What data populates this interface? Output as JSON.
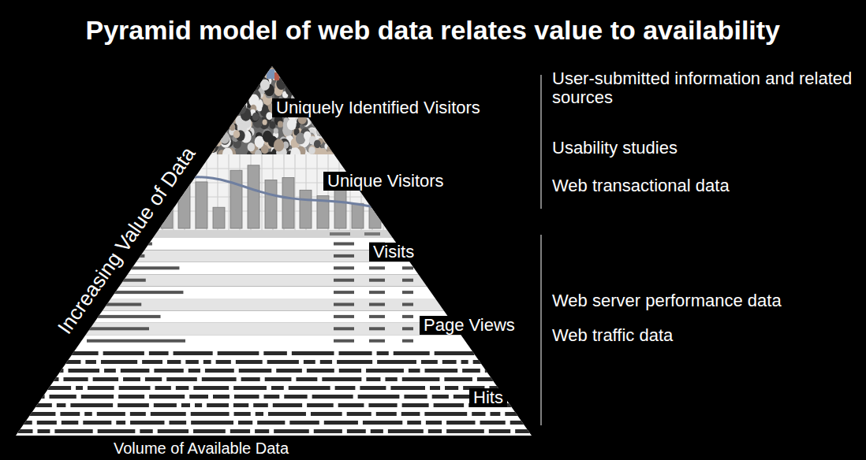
{
  "diagram": {
    "title": "Pyramid model of web data relates value to availability",
    "labels": [
      "Increasing Value of Data",
      "Uniquely Identified Visitors",
      "Unique Visitors",
      "Visits",
      "Page Views",
      "Hits",
      "Volume of Available Data",
      "User-submitted information and related sources",
      "Usability studies",
      "Web transactional data",
      "Web server performance data",
      "Web traffic data"
    ]
  }
}
